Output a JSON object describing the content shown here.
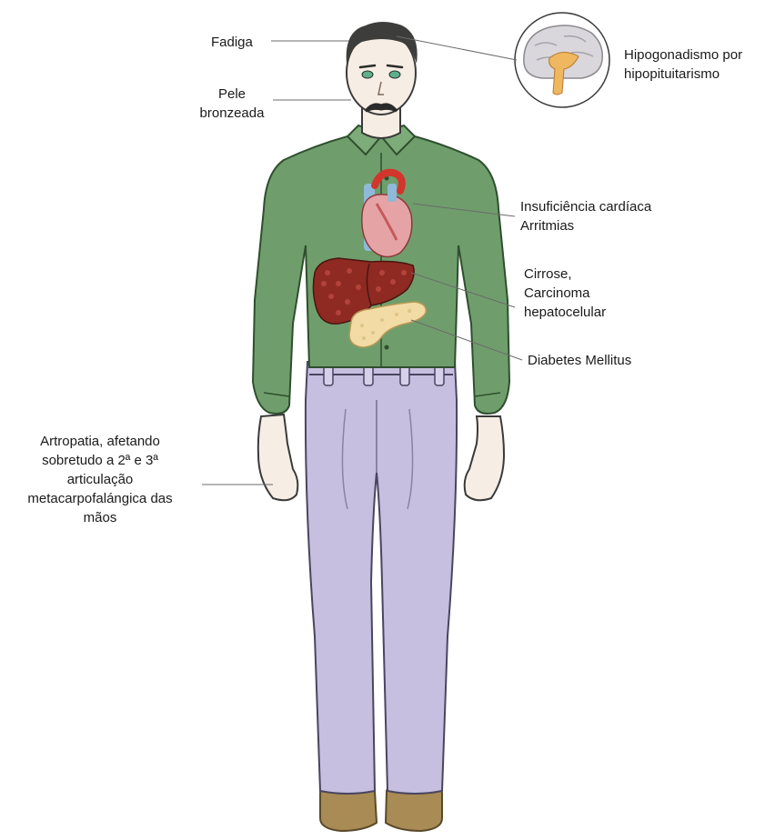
{
  "labels": {
    "fatigue": "Fadiga",
    "skin": [
      "Pele",
      "bronzeada"
    ],
    "hypogonadism": [
      "Hipogonadismo por",
      "hipopituitarismo"
    ],
    "heart": [
      "Insuficiência cardíaca",
      "Arritmias"
    ],
    "liver": [
      "Cirrose,",
      "Carcinoma",
      "hepatocelular"
    ],
    "diabetes": "Diabetes Mellitus",
    "arthropathy": [
      "Artropatia, afetando",
      "sobretudo a 2ª e 3ª",
      "articulação",
      "metacarpofalángica das",
      "mãos"
    ]
  },
  "colors": {
    "shirt": "#6f9e6c",
    "trousers": "#c7bfe0",
    "skin": "#f6ede4",
    "hair": "#3d3d3b",
    "heart": "#d9534a",
    "liver": "#8e2a22",
    "pancreas": "#f3dba6",
    "brain": "#d9d6dc",
    "shoes": "#a88b55",
    "leader": "#6b6b6b"
  },
  "icons": [
    "brain-icon",
    "heart-icon",
    "liver-icon",
    "pancreas-icon",
    "human-figure"
  ]
}
